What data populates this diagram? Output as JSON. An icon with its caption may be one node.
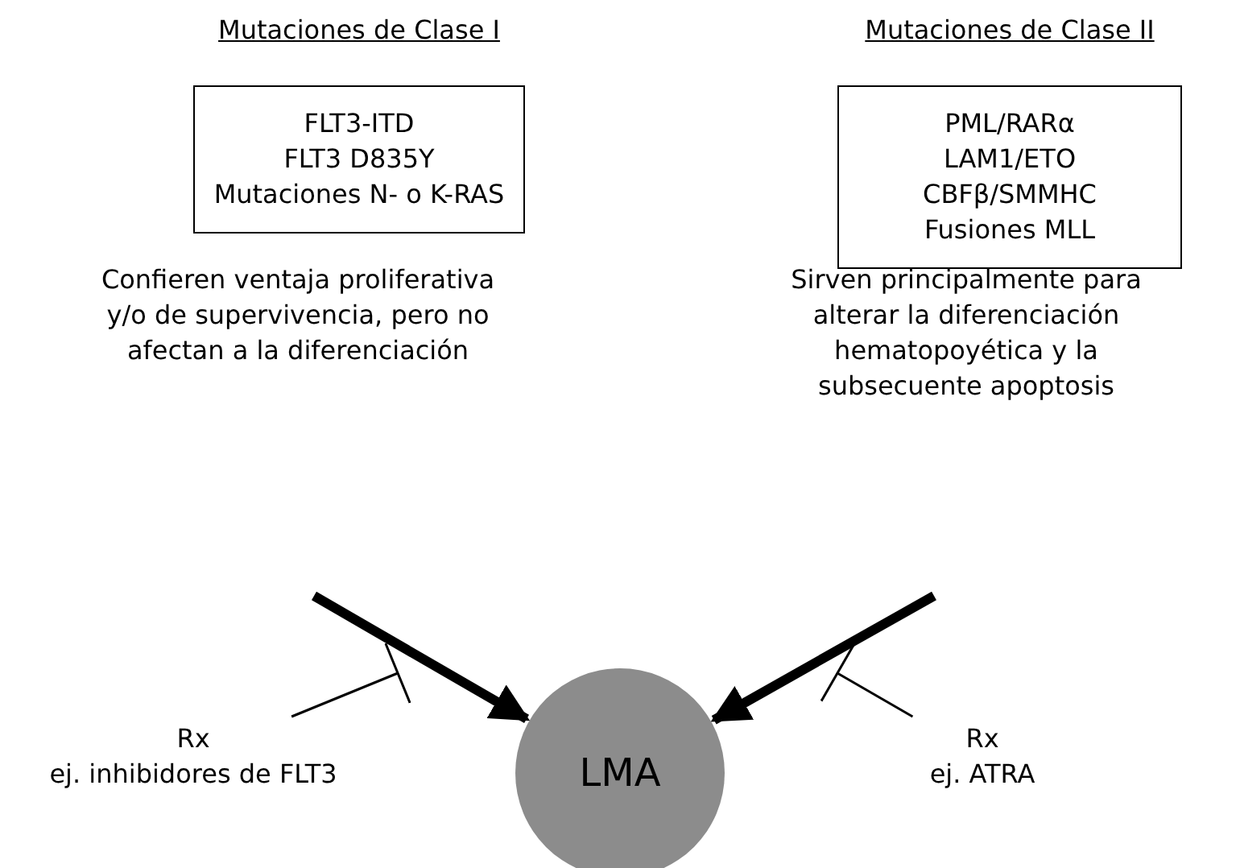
{
  "diagram": {
    "nodes": [
      {
        "text": [
          "Mutaciones de Clase I",
          "FLT3-ITD",
          "FLT3 D835Y",
          "Mutaciones N- o K-RAS"
        ]
      },
      {
        "text": [
          "Mutaciones de Clase II",
          "PML/RARα",
          "LAM1/ETO",
          "CBFβ/SMMHC",
          "Fusiones MLL"
        ]
      },
      {
        "text": [
          "Confieren ventaja proliferativa y/o de supervivencia, pero no afectan a la diferenciación"
        ]
      },
      {
        "text": [
          "Sirven principalmente para alterar la diferenciación hematopoyética y la subsecuente apoptosis"
        ]
      },
      {
        "text": [
          "LMA"
        ]
      },
      {
        "text": [
          "Rx",
          "ej. inhibidores de FLT3"
        ]
      },
      {
        "text": [
          "Rx",
          "ej. ATRA"
        ]
      }
    ],
    "edges": [
      {
        "from": null,
        "to": 4,
        "arrow": "to",
        "style": "thick"
      },
      {
        "from": null,
        "to": 4,
        "arrow": "to",
        "style": "thick"
      },
      {
        "from": 5,
        "to": null,
        "arrow": "other"
      },
      {
        "from": 6,
        "to": null,
        "arrow": "other"
      }
    ]
  }
}
